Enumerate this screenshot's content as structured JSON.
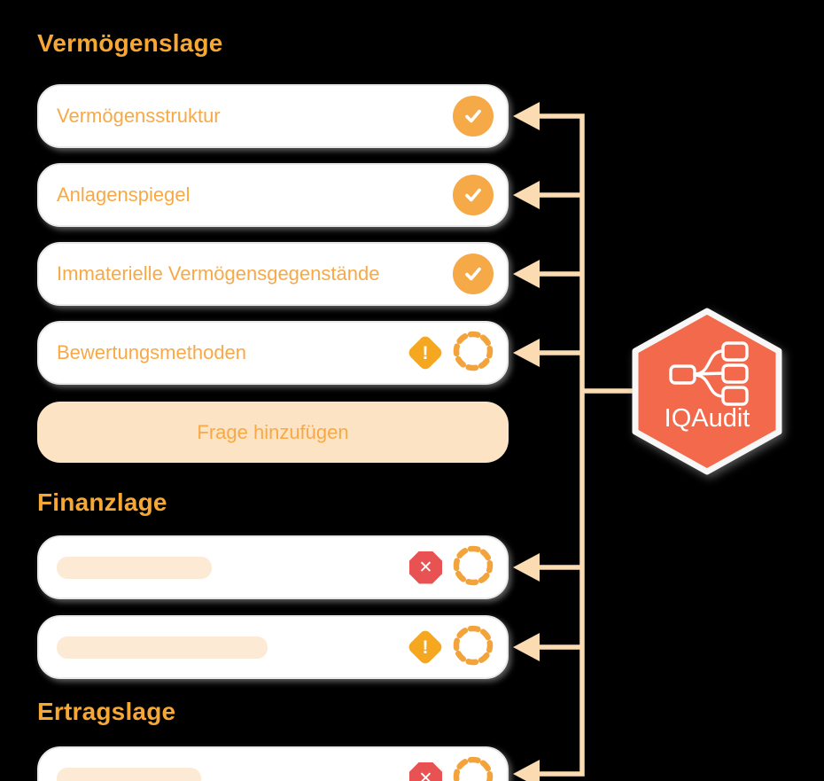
{
  "colors": {
    "background": "#000000",
    "heading_text": "#F7A733",
    "card_text": "#F8A946",
    "card_background": "#FFFFFF",
    "card_border": "#E9E9E9",
    "check_badge": "#F5A947",
    "warning_badge": "#F5A71F",
    "error_badge": "#E85252",
    "pending_circle": "#F2A33C",
    "connector_arrows": "#FBDBB2",
    "add_button_background": "#FCE3C3",
    "placeholder_bar": "#FCEAD4",
    "hexagon_fill": "#F2694C",
    "hexagon_text": "#FFFFFF"
  },
  "sections": [
    {
      "heading": "Vermögenslage",
      "cards": [
        {
          "label": "Vermögensstruktur",
          "status": "checked"
        },
        {
          "label": "Anlagenspiegel",
          "status": "checked"
        },
        {
          "label": "Immaterielle Vermögensgegenstände",
          "status": "checked"
        },
        {
          "label": "Bewertungsmethoden",
          "status": "warning-pending"
        }
      ],
      "add_button_label": "Frage hinzufügen"
    },
    {
      "heading": "Finanzlage",
      "cards": [
        {
          "label": "",
          "placeholder": true,
          "status": "error-pending"
        },
        {
          "label": "",
          "placeholder": true,
          "status": "warning-pending"
        }
      ]
    },
    {
      "heading": "Ertragslage",
      "cards": [
        {
          "label": "",
          "placeholder": true,
          "status": "error-pending"
        }
      ]
    }
  ],
  "badges": {
    "warning_glyph": "!",
    "error_glyph": "✕"
  },
  "hexagon": {
    "label": "IQAudit",
    "icon": "mindmap-icon"
  }
}
